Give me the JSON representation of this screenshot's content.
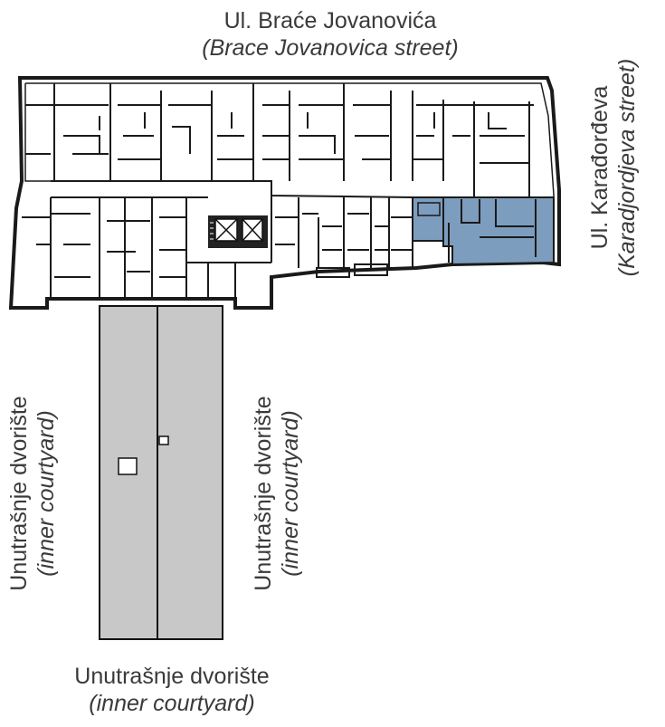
{
  "labels": {
    "top_street": "Ul. Braće Jovanovića",
    "top_street_en": "(Brace Jovanovica street)",
    "right_street": "Ul. Karađorđeva",
    "right_street_en": "(Karadjordjeva street)",
    "courtyard_left": "Unutrašnje dvorište",
    "courtyard_left_en": "(inner courtyard)",
    "courtyard_mid": "Unutrašnje dvorište",
    "courtyard_mid_en": "(inner courtyard)",
    "courtyard_bottom": "Unutrašnje dvorište",
    "courtyard_bottom_en": "(inner courtyard)"
  },
  "colors": {
    "highlight_unit": "#7d9dbf",
    "courtyard_fill": "#c8c8c8",
    "wall": "#1a1a1a"
  }
}
